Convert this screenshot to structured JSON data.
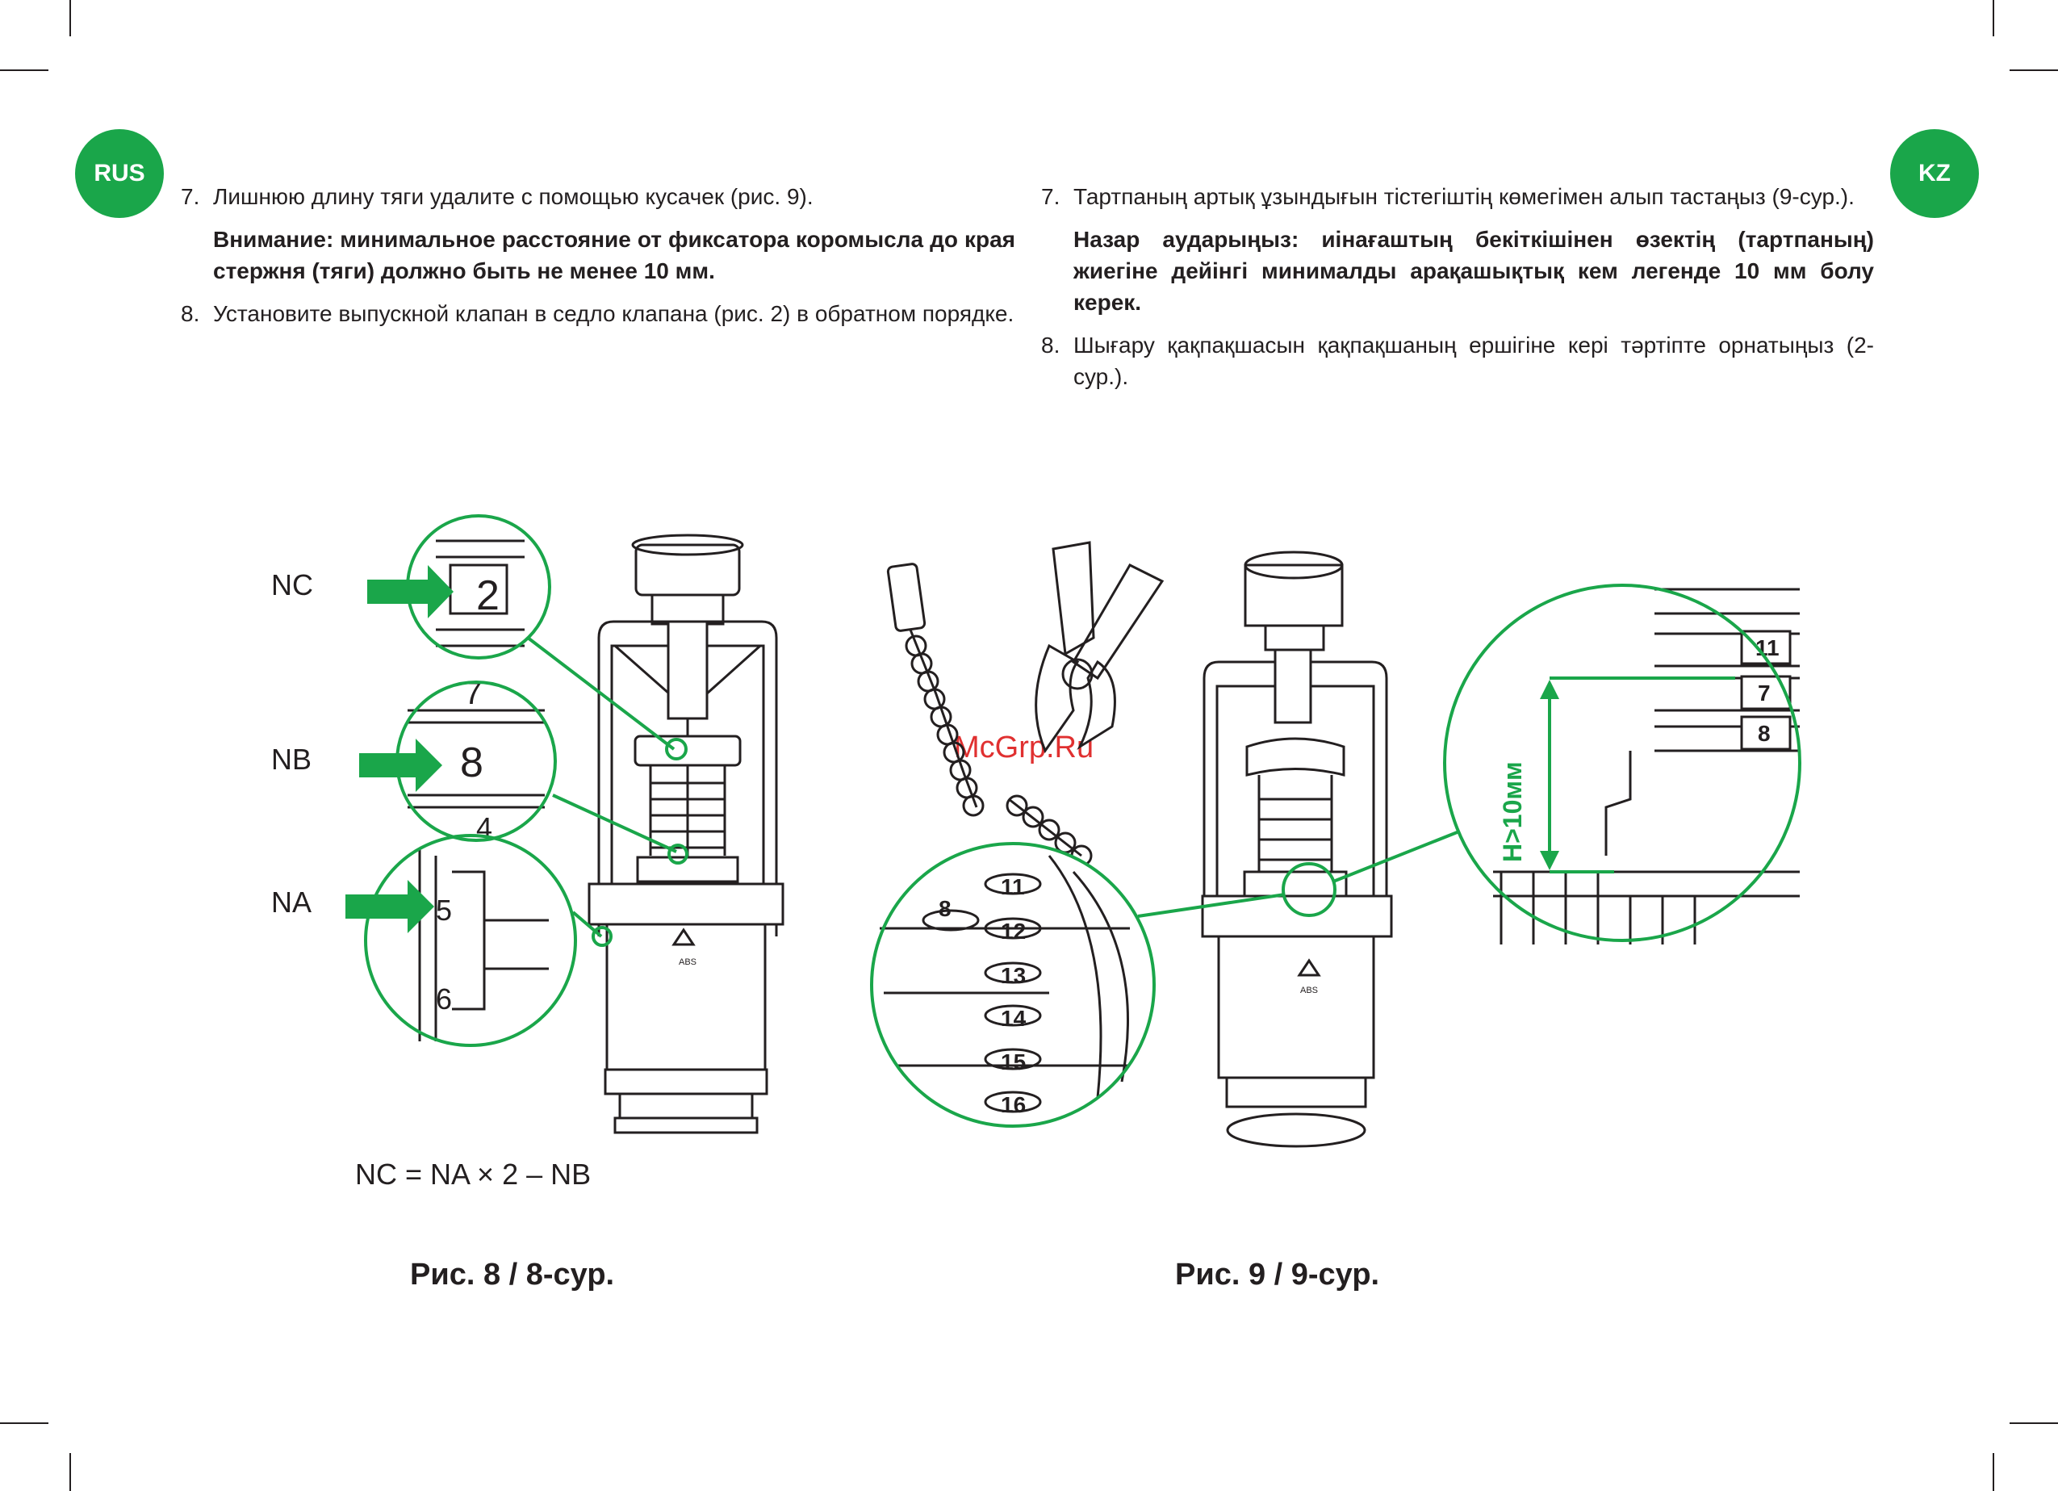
{
  "badges": {
    "left": "RUS",
    "right": "KZ"
  },
  "rus": {
    "item7_num": "7.",
    "item7_text": "Лишнюю длину тяги удалите с помощью кусачек (рис. 9).",
    "warning": "Внимание: минимальное расстояние от фиксатора коромысла до края стержня (тяги) должно быть не менее 10 мм.",
    "item8_num": "8.",
    "item8_text": "Установите выпускной клапан в седло клапана (рис. 2) в обратном порядке."
  },
  "kz": {
    "item7_num": "7.",
    "item7_text": "Тартпаның артық ұзындығын тістегіштің көмегімен алып тастаңыз (9-сур.).",
    "warning": "Назар аударыңыз: иінағаштың бекіткішінен өзектің (тартпаның) жиегіне дейінгі минималды арақашықтық кем легенде 10 мм болу керек.",
    "item8_num": "8.",
    "item8_text": "Шығару қақпақшасын қақпақшаның ершігіне кері тәртіпте орнатыңыз (2-сур.)."
  },
  "fig8": {
    "label_nc": "NC",
    "label_nb": "NB",
    "label_na": "NA",
    "zoom_nc_value": "2",
    "zoom_nb_value": "8",
    "zoom_nb_above": "7",
    "zoom_nb_below": "4",
    "zoom_na_value1": "5",
    "zoom_na_value2": "6",
    "abs_mark": "ABS",
    "formula": "NC = NA × 2 – NB",
    "caption": "Рис. 8 / 8-сур."
  },
  "fig9": {
    "chain_numbers": [
      "8",
      "11",
      "12",
      "13",
      "14",
      "15",
      "16"
    ],
    "zoom_numbers": [
      "11",
      "7",
      "8"
    ],
    "dimension_label": "H>10мм",
    "abs_mark": "ABS",
    "caption": "Рис. 9 / 9-сур."
  },
  "watermark": "McGrp.Ru",
  "colors": {
    "accent": "#1aa64a",
    "text": "#231f20",
    "watermark": "#e03030"
  }
}
